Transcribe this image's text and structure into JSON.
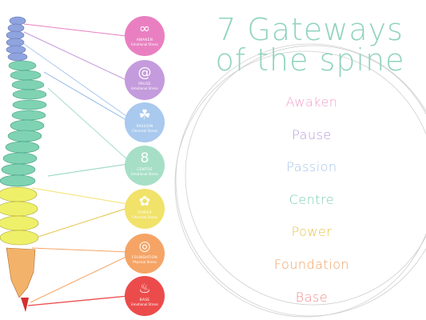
{
  "title": {
    "line1": "7 Gateways",
    "line2": "of the spine"
  },
  "gateways": [
    {
      "name": "Awaken",
      "badge_label": "AWAKEN",
      "badge_sub": "Emotional Stress",
      "icon": "infinity-icon",
      "glyph": "∞",
      "color": "#e97fc1",
      "text_color": "#ef9fc8"
    },
    {
      "name": "Pause",
      "badge_label": "PAUSE",
      "badge_sub": "Emotional Stress",
      "icon": "spiral-icon",
      "glyph": "@",
      "color": "#c49bdc",
      "text_color": "#b79ad9"
    },
    {
      "name": "Passion",
      "badge_label": "PASSION",
      "badge_sub": "Chemical Stress",
      "icon": "triquetra-icon",
      "glyph": "☘",
      "color": "#a9c9ee",
      "text_color": "#a6c4ea"
    },
    {
      "name": "Centre",
      "badge_label": "CENTRE",
      "badge_sub": "Emotional Stress",
      "icon": "figure-eight-icon",
      "glyph": "8",
      "color": "#a6dfc6",
      "text_color": "#7fcfb2"
    },
    {
      "name": "Power",
      "badge_label": "POWER",
      "badge_sub": "Chemical Stress",
      "icon": "flower-icon",
      "glyph": "✿",
      "color": "#f1e26a",
      "text_color": "#e4c44a"
    },
    {
      "name": "Foundation",
      "badge_label": "FOUNDATION",
      "badge_sub": "Physical Stress",
      "icon": "concentric-ring-icon",
      "glyph": "◎",
      "color": "#f5a466",
      "text_color": "#f0a060"
    },
    {
      "name": "Base",
      "badge_label": "BASE",
      "badge_sub": "Emotional Stress",
      "icon": "swirl-icon",
      "glyph": "♨",
      "color": "#ec4b4b",
      "text_color": "#ee8a8a"
    }
  ]
}
